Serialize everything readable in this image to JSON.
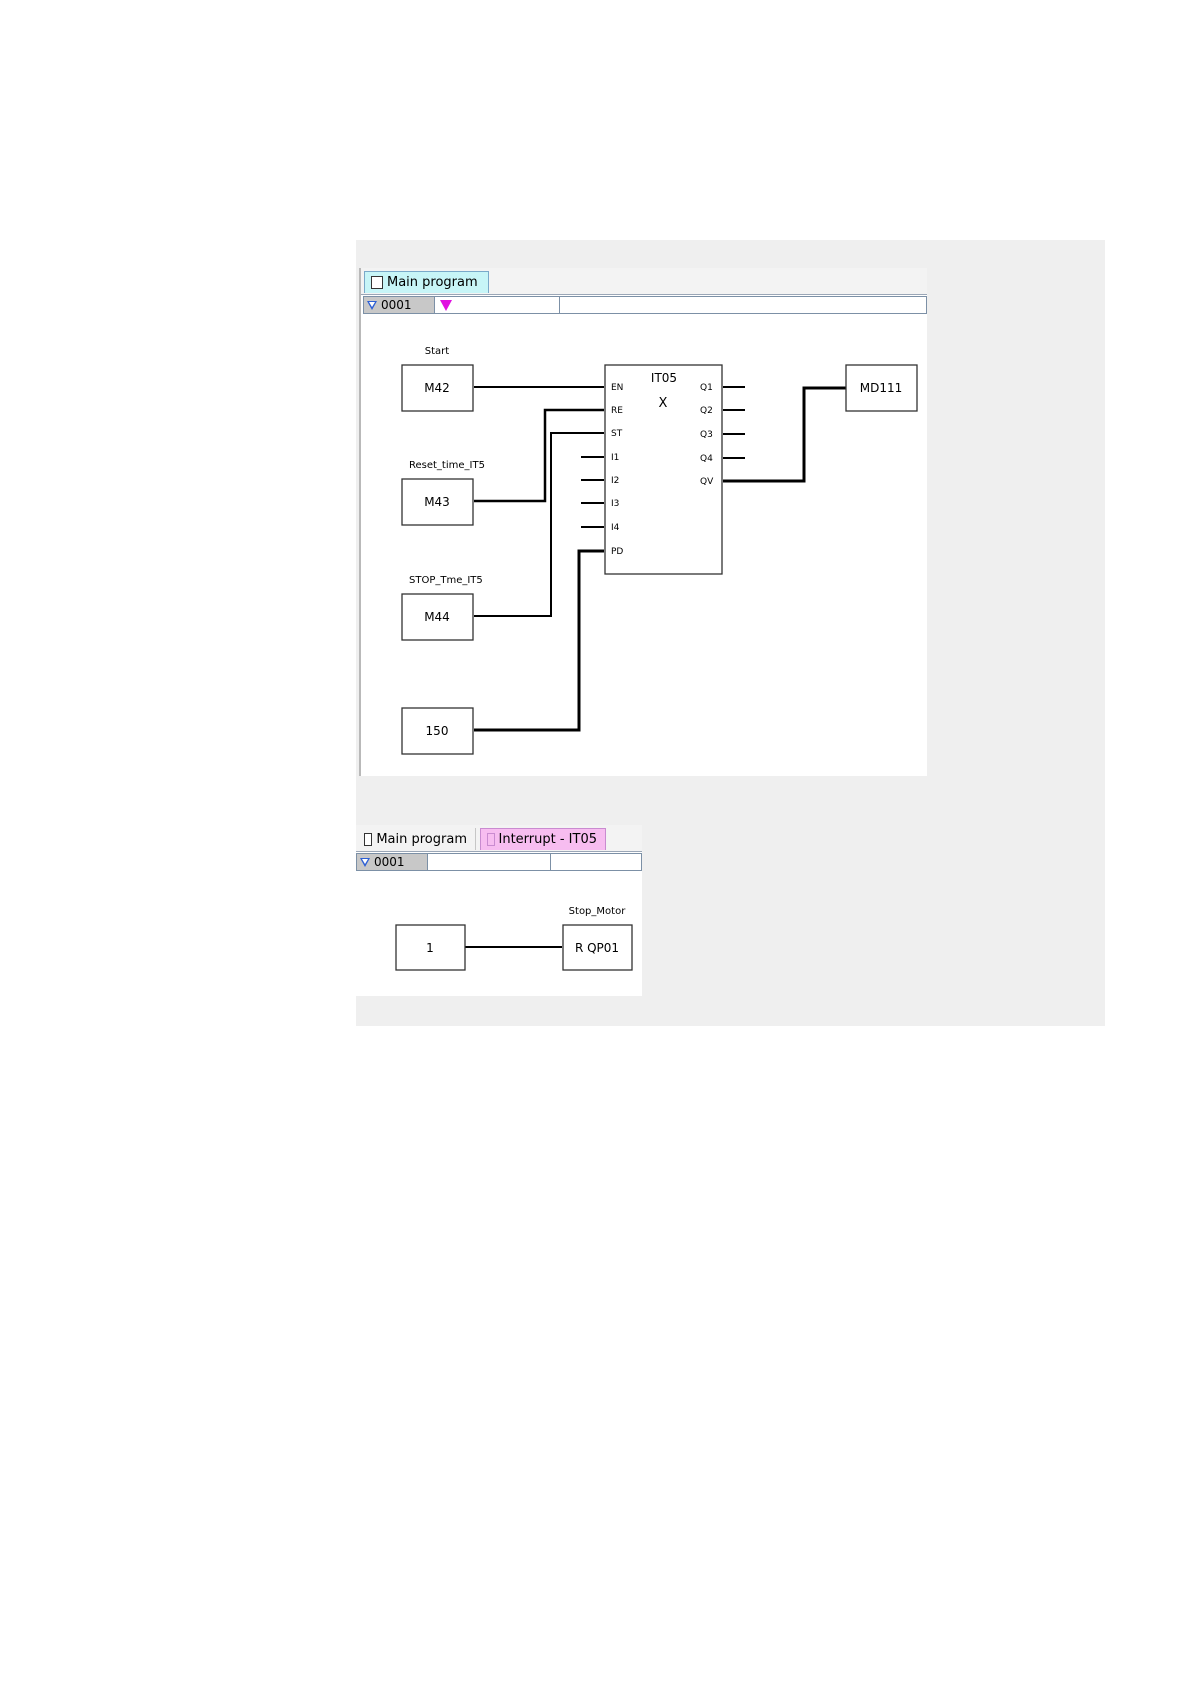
{
  "editor1": {
    "tab_label": "Main program",
    "network_number": "0001",
    "operands": {
      "m42": "M42",
      "m43": "M43",
      "m44": "M44",
      "const150": "150",
      "md111": "MD111"
    },
    "labels": {
      "start": "Start",
      "reset": "Reset_time_IT5",
      "stop": "STOP_Tme_IT5"
    },
    "block": {
      "name": "IT05",
      "mark": "X",
      "inputs": [
        "EN",
        "RE",
        "ST",
        "I1",
        "I2",
        "I3",
        "I4",
        "PD"
      ],
      "outputs": [
        "Q1",
        "Q2",
        "Q3",
        "Q4",
        "QV"
      ]
    }
  },
  "editor2": {
    "tab_main_label": "Main program",
    "tab_interrupt_label": "Interrupt - IT05",
    "network_number": "0001",
    "constant": "1",
    "coil": "R QP01",
    "coil_label": "Stop_Motor"
  },
  "colors": {
    "main_tab": "#c7f5f7",
    "interrupt_tab": "#f7bdf0",
    "network_marker": "#e010e0",
    "panel_bg": "#efefef"
  }
}
